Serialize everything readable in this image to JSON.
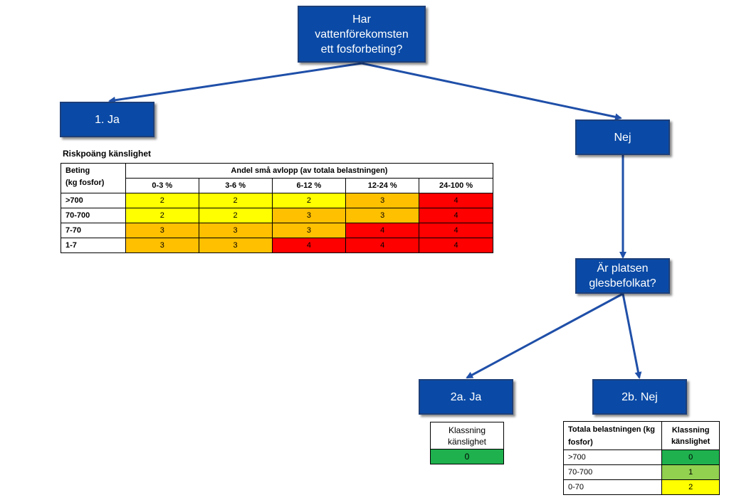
{
  "flow": {
    "q1": "Har\nvattenförekomsten\nett fosforbeting?",
    "yes1": "1. Ja",
    "no1": "Nej",
    "q2": "Är platsen\nglesbefolkat?",
    "yes2": "2a. Ja",
    "no2": "2b. Nej"
  },
  "risk_table": {
    "title": "Riskpoäng känslighet",
    "row_header_line1": "Beting",
    "row_header_line2": "(kg fosfor)",
    "col_group_header": "Andel små avlopp (av totala belastningen)",
    "columns": [
      "0-3 %",
      "3-6 %",
      "6-12 %",
      "12-24 %",
      "24-100 %"
    ],
    "rows": [
      {
        "label": ">700",
        "values": [
          "2",
          "2",
          "2",
          "3",
          "4"
        ]
      },
      {
        "label": "70-700",
        "values": [
          "2",
          "2",
          "3",
          "3",
          "4"
        ]
      },
      {
        "label": "7-70",
        "values": [
          "3",
          "3",
          "3",
          "4",
          "4"
        ]
      },
      {
        "label": "1-7",
        "values": [
          "3",
          "3",
          "4",
          "4",
          "4"
        ]
      }
    ]
  },
  "table_2a": {
    "header": "Klassning känslighet",
    "value": "0"
  },
  "table_2b": {
    "header1": "Totala belastningen (kg fosfor)",
    "header2": "Klassning känslighet",
    "rows": [
      {
        "label": ">700",
        "value": "0"
      },
      {
        "label": "70-700",
        "value": "1"
      },
      {
        "label": "0-70",
        "value": "2"
      }
    ]
  },
  "colors": {
    "box_fill": "#0a4aa6",
    "arrow": "#1f4fa8",
    "score_2": "#ffff00",
    "score_3": "#ffc000",
    "score_4": "#ff0000",
    "class_0": "#1fb14e",
    "class_1": "#92d050",
    "class_2": "#ffff00"
  }
}
